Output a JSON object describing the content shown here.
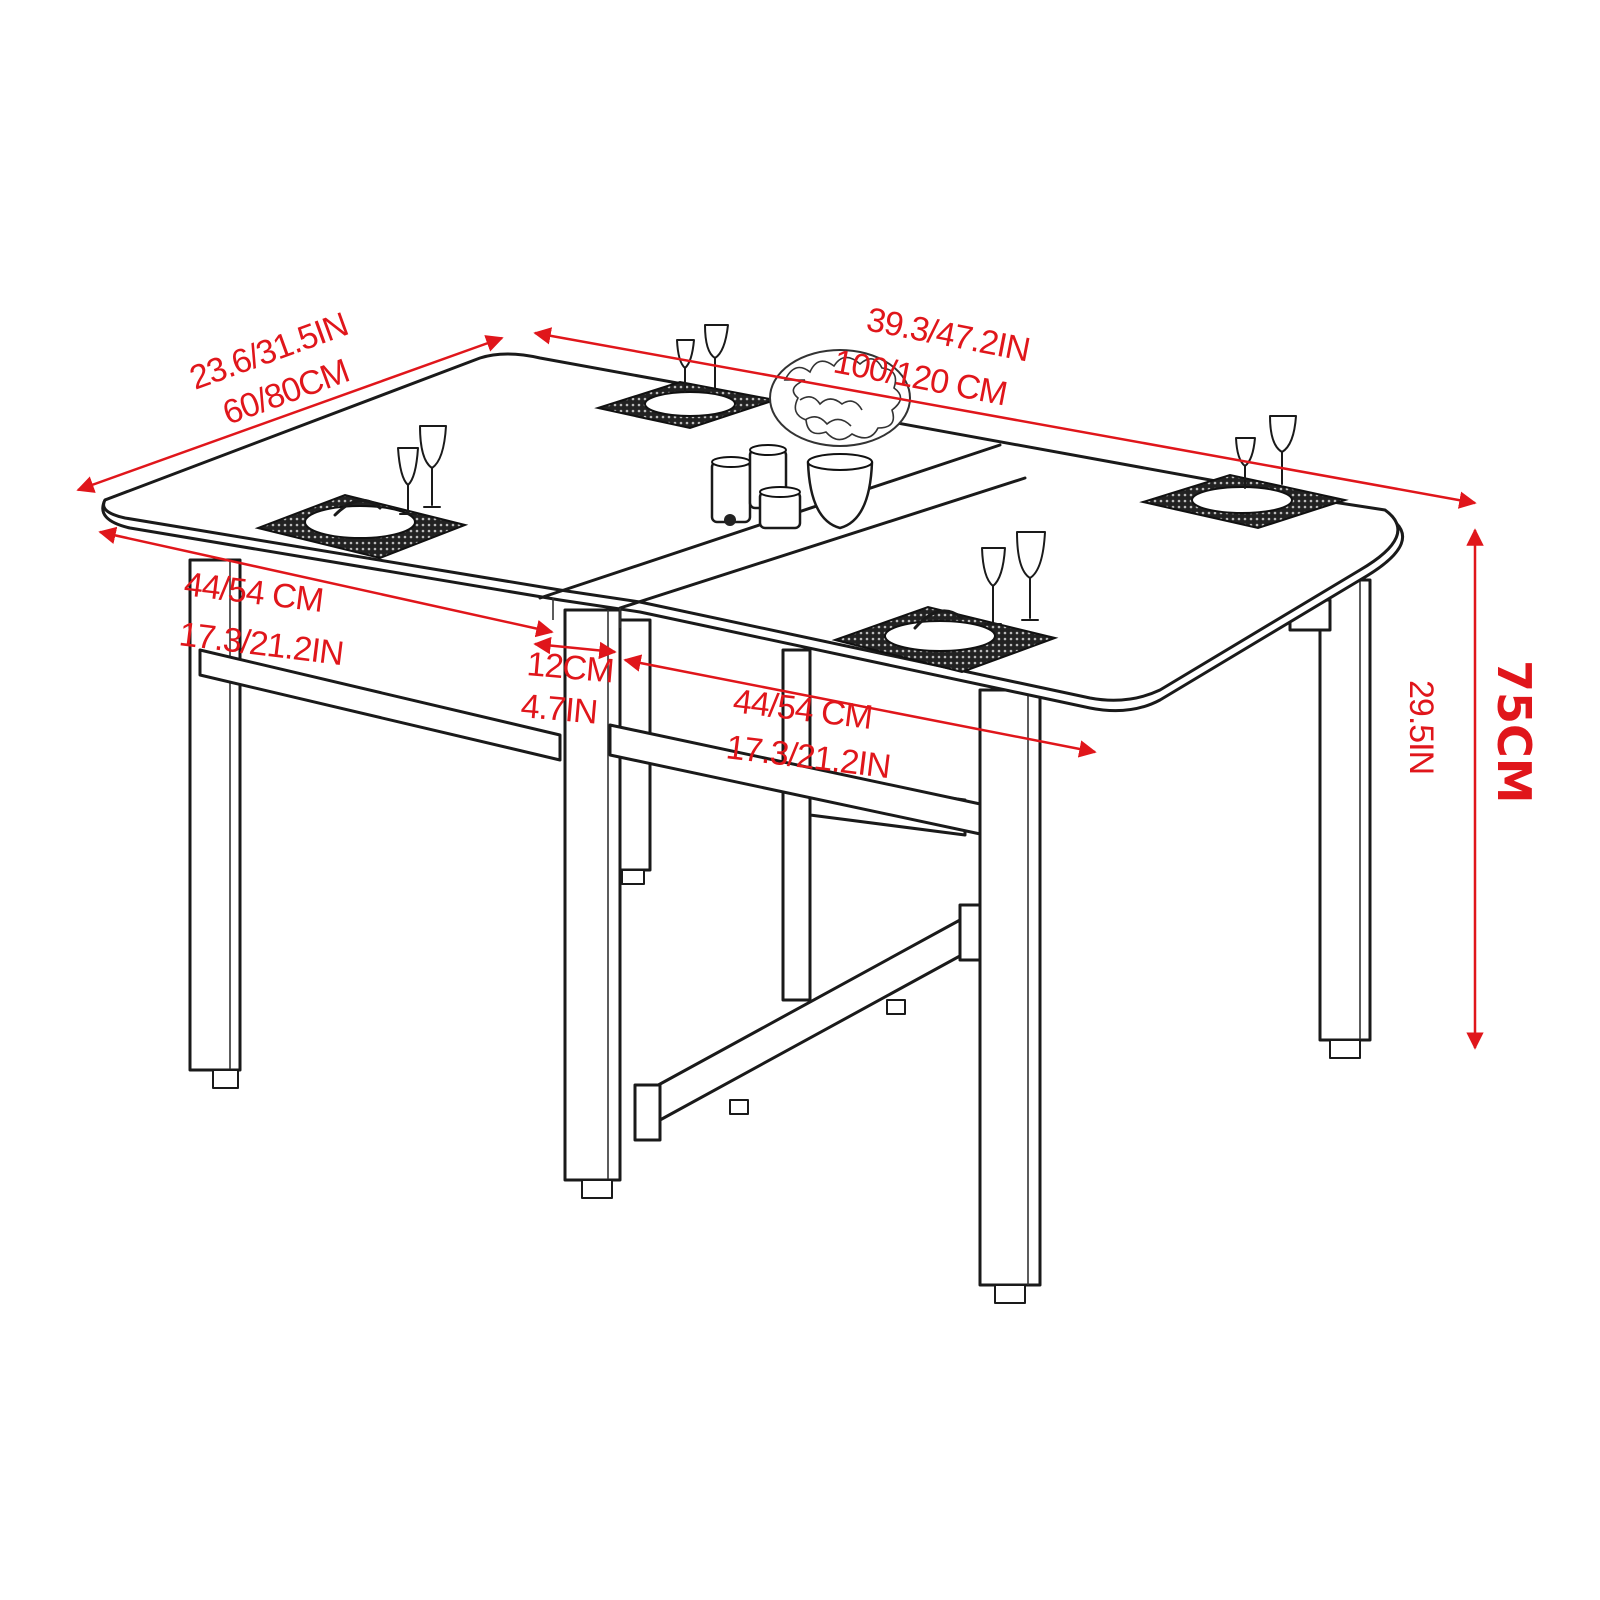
{
  "diagram": {
    "labels": {
      "top_width_in": "39.3/47.2IN",
      "top_width_cm": "100/120 CM",
      "depth_in": "23.6/31.5IN",
      "depth_cm": "60/80CM",
      "left_wing_cm": "44/54 CM",
      "left_wing_in": "17.3/21.2IN",
      "center_cm": "12CM",
      "center_in": "4.7IN",
      "right_wing_cm": "44/54 CM",
      "right_wing_in": "17.3/21.2IN",
      "height_in": "29.5IN",
      "height_cm": "75CM"
    },
    "colors": {
      "dimension": "#e0161b",
      "outline": "#1a1a1a",
      "background": "#ffffff"
    }
  }
}
